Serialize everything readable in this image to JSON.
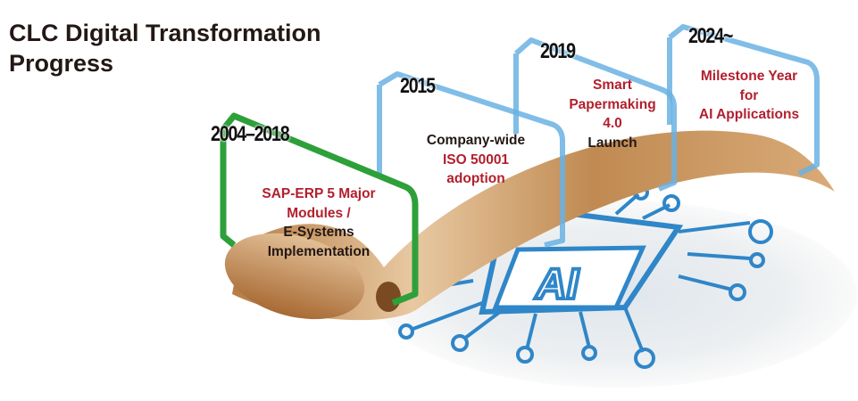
{
  "title": {
    "line1": "CLC Digital Transformation",
    "line2": "Progress"
  },
  "milestones": [
    {
      "year": "2004–2018",
      "lines": [
        "SAP-ERP 5 Major",
        "Modules /",
        "E-Systems",
        "Implementation"
      ],
      "frame_color": "#2ea03a"
    },
    {
      "year": "2015",
      "lines": [
        "Company-wide",
        "ISO 50001",
        "adoption"
      ],
      "frame_color": "#4a9fd8"
    },
    {
      "year": "2019",
      "lines": [
        "Smart",
        "Papermaking",
        "4.0",
        "Launch"
      ],
      "frame_color": "#4a9fd8"
    },
    {
      "year": "2024~",
      "lines": [
        "Milestone Year",
        "for",
        "AI Applications"
      ],
      "frame_color": "#4a9fd8"
    }
  ],
  "chip_label": "AI",
  "colors": {
    "accent_red": "#b21f2d",
    "text": "#231815",
    "paper": "#c9955e",
    "circuit": "#2f86c8"
  }
}
